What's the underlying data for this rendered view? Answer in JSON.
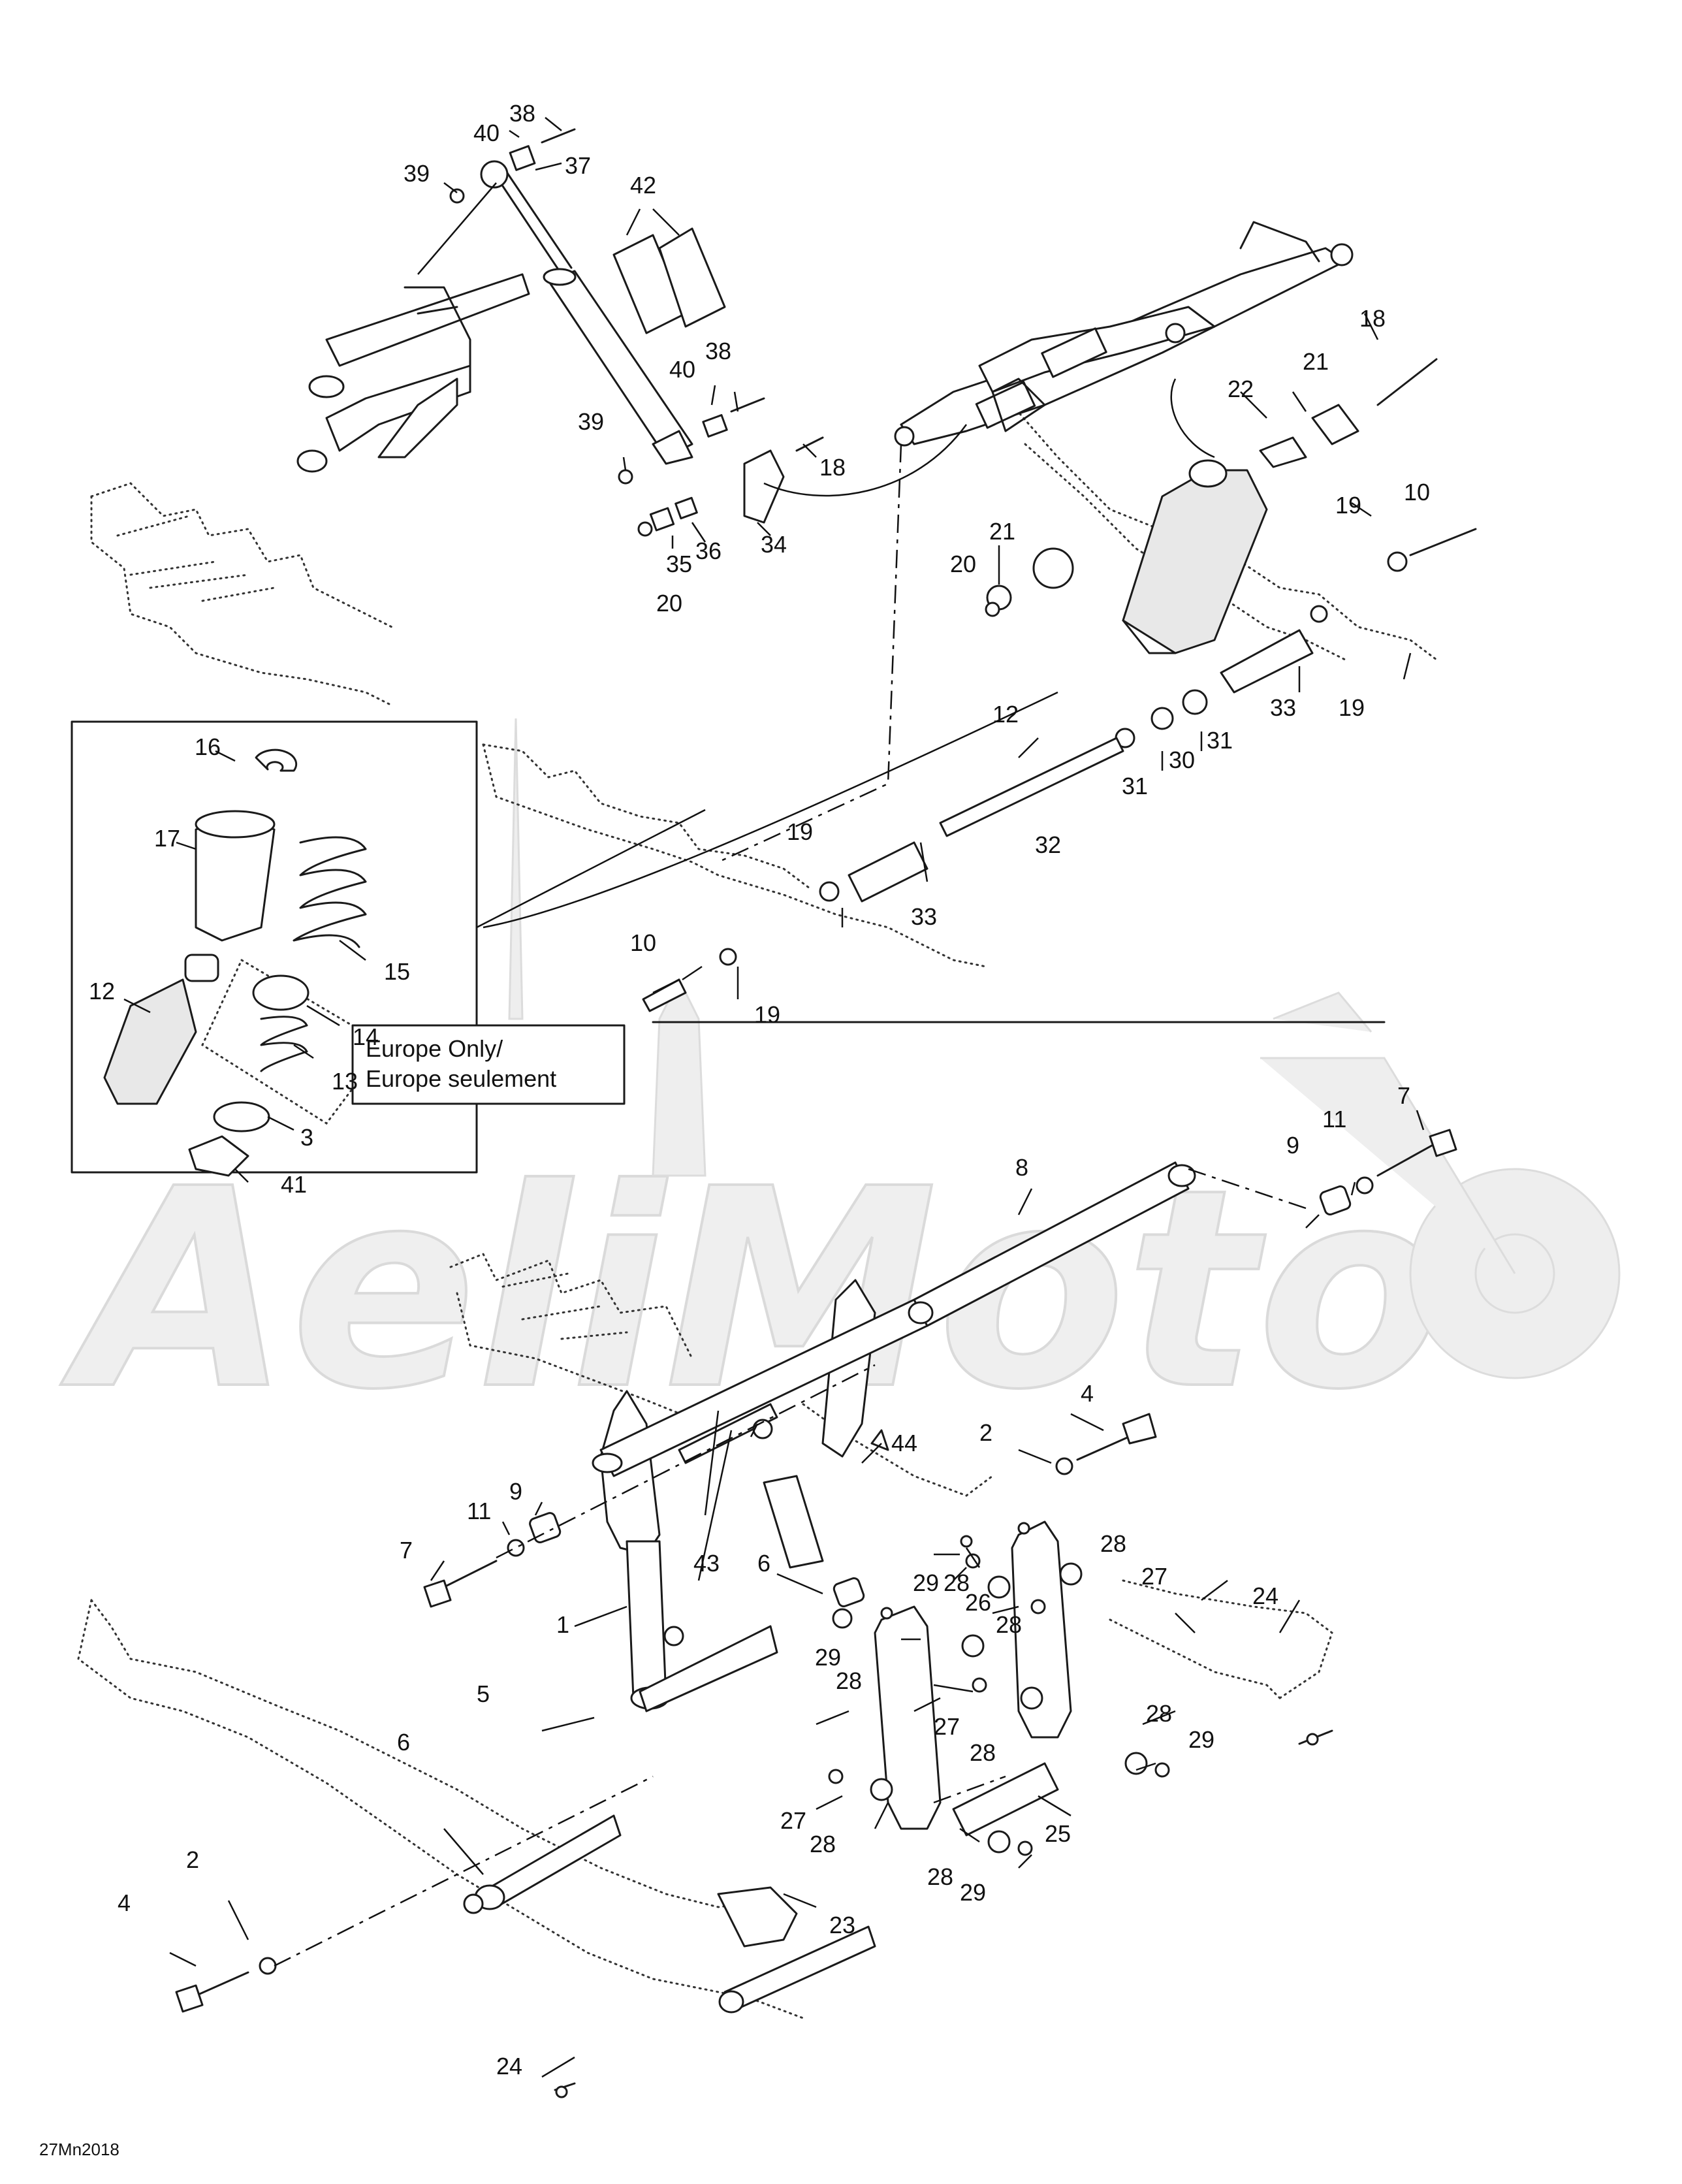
{
  "diagram": {
    "code": "27Mn2018",
    "note_line1": "Europe Only/",
    "note_line2": "Europe seulement",
    "watermark": "AeliMoto",
    "part_numbers": [
      "1",
      "2",
      "3",
      "4",
      "5",
      "6",
      "7",
      "8",
      "9",
      "10",
      "11",
      "12",
      "13",
      "14",
      "15",
      "16",
      "17",
      "18",
      "19",
      "20",
      "21",
      "22",
      "23",
      "24",
      "25",
      "26",
      "27",
      "28",
      "29",
      "30",
      "31",
      "32",
      "33",
      "34",
      "35",
      "36",
      "37",
      "38",
      "39",
      "40",
      "41",
      "42",
      "43",
      "44"
    ]
  }
}
